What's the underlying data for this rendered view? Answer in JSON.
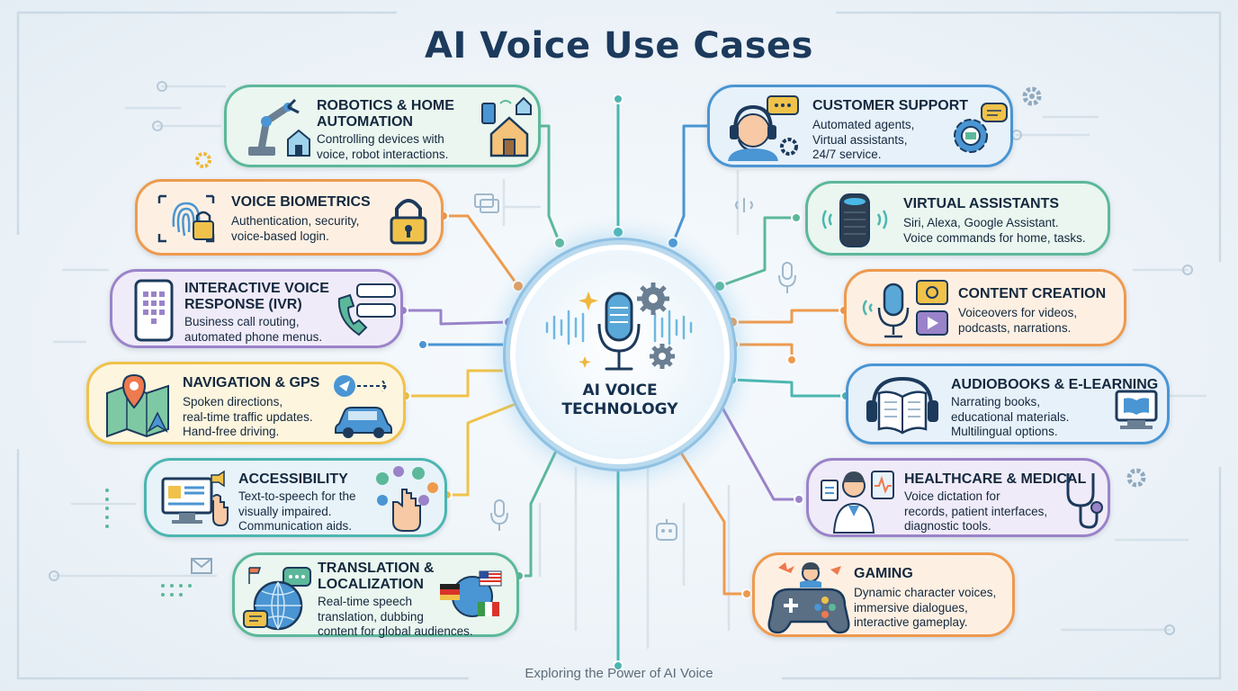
{
  "title": "AI Voice Use Cases",
  "footer": "Exploring the Power of AI Voice",
  "center": {
    "line1": "AI VOICE",
    "line2": "TECHNOLOGY"
  },
  "colors": {
    "green": "#5cb89a",
    "orange": "#ee9a4e",
    "purple": "#9a83c9",
    "yellow": "#f0c24a",
    "teal": "#4cb6b0",
    "blue": "#4a95d3"
  },
  "cards": {
    "robotics": {
      "title1": "ROBOTICS & HOME",
      "title2": "AUTOMATION",
      "desc1": "Controlling devices with",
      "desc2": "voice, robot interactions."
    },
    "biometrics": {
      "title1": "VOICE BIOMETRICS",
      "desc1": "Authentication, security,",
      "desc2": "voice-based login."
    },
    "ivr": {
      "title1": "INTERACTIVE VOICE",
      "title2": "RESPONSE (IVR)",
      "desc1": "Business call routing,",
      "desc2": "automated phone menus."
    },
    "navigation": {
      "title1": "NAVIGATION & GPS",
      "desc1": "Spoken directions,",
      "desc2": "real-time traffic updates.",
      "desc3": "Hand-free driving."
    },
    "accessibility": {
      "title1": "ACCESSIBILITY",
      "desc1": "Text-to-speech for the",
      "desc2": "visually impaired.",
      "desc3": "Communication aids."
    },
    "translation": {
      "title1": "TRANSLATION &",
      "title2": "LOCALIZATION",
      "desc1": "Real-time speech",
      "desc2": "translation, dubbing",
      "desc3": "content for global audiences."
    },
    "support": {
      "title1": "CUSTOMER SUPPORT",
      "desc1": "Automated agents,",
      "desc2": "Virtual assistants,",
      "desc3": "24/7 service."
    },
    "assistants": {
      "title1": "VIRTUAL ASSISTANTS",
      "desc1": "Siri, Alexa, Google Assistant.",
      "desc2": "Voice commands for home, tasks."
    },
    "content": {
      "title1": "CONTENT CREATION",
      "desc1": "Voiceovers for videos,",
      "desc2": "podcasts, narrations."
    },
    "audiobooks": {
      "title1": "AUDIOBOOKS & E-LEARNING",
      "desc1": "Narrating books,",
      "desc2": "educational materials.",
      "desc3": "Multilingual options."
    },
    "healthcare": {
      "title1": "HEALTHCARE & MEDICAL",
      "desc1": "Voice dictation for",
      "desc2": "records, patient interfaces,",
      "desc3": "diagnostic tools."
    },
    "gaming": {
      "title1": "GAMING",
      "desc1": "Dynamic character voices,",
      "desc2": "immersive dialogues,",
      "desc3": "interactive gameplay."
    }
  }
}
